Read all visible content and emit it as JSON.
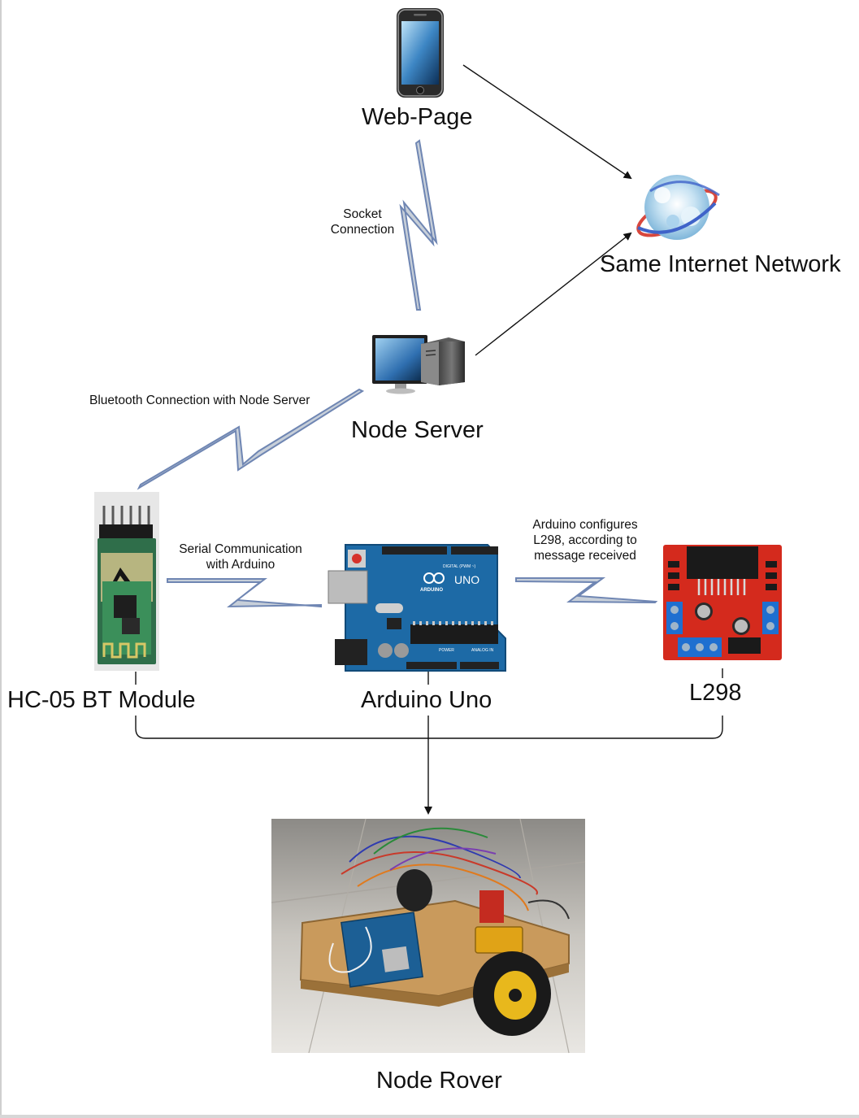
{
  "nodes": {
    "web_page": "Web-Page",
    "internet": "Same Internet Network",
    "node_server": "Node Server",
    "hc05": "HC-05 BT Module",
    "arduino": "Arduino Uno",
    "l298": "L298",
    "rover": "Node Rover"
  },
  "edges": {
    "socket_line1": "Socket",
    "socket_line2": "Connection",
    "bluetooth": "Bluetooth Connection with Node Server",
    "serial_line1": "Serial Communication",
    "serial_line2": "with Arduino",
    "l298_line1": "Arduino configures",
    "l298_line2": "L298, according to",
    "l298_line3": "message received"
  },
  "board_text": {
    "uno": "UNO",
    "arduino": "ARDUINO",
    "digital": "DIGITAL (PWM ~)",
    "power": "POWER",
    "analog": "ANALOG IN"
  },
  "colors": {
    "bolt_fill": "#c7cfd9",
    "bolt_stroke": "#6f86b3",
    "arduino_blue": "#1d6aa6",
    "l298_red": "#d42a1d"
  }
}
